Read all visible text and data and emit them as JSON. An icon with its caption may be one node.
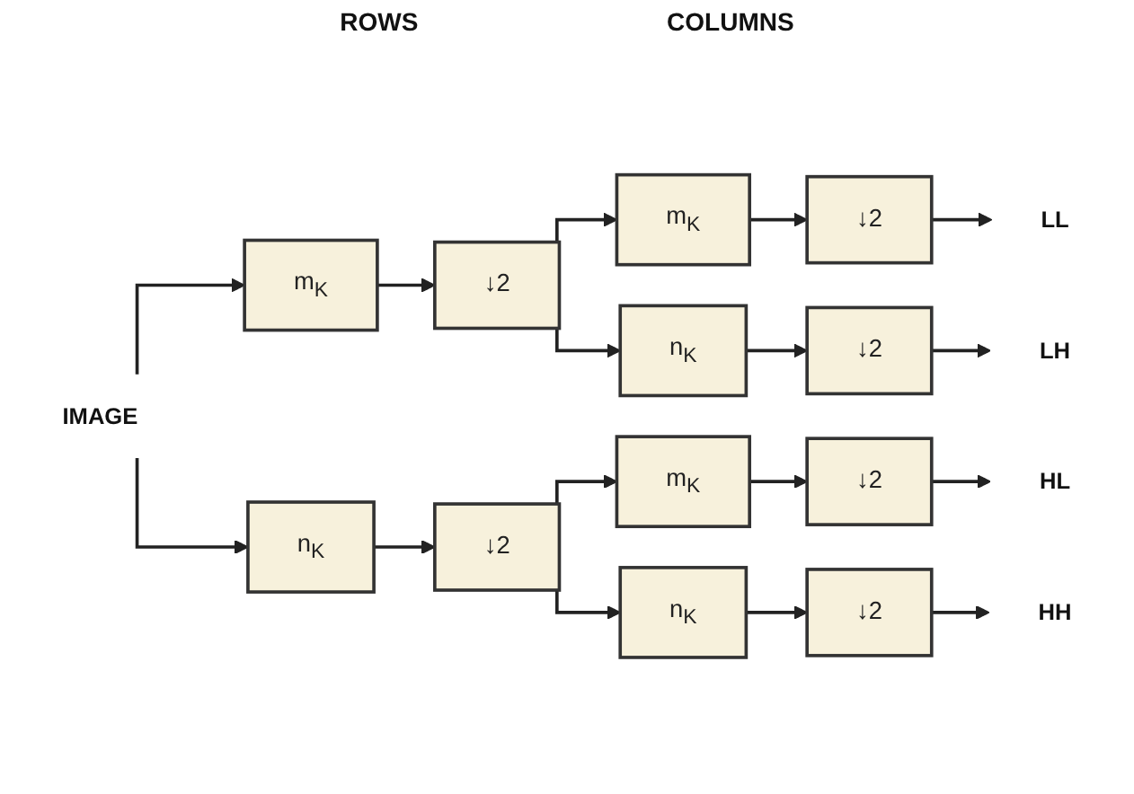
{
  "diagram": {
    "nodes": [
      {
        "text": [
          "IMAGE"
        ]
      },
      {
        "text": [
          "m$_{K}$"
        ]
      },
      {
        "text": [
          "↓2"
        ]
      },
      {
        "text": [
          "n$_{K}$"
        ]
      },
      {
        "text": [
          "↓2"
        ]
      },
      {
        "text": [
          "m$_{K}$"
        ]
      },
      {
        "text": [
          "↓2"
        ]
      },
      {
        "text": [
          "LL"
        ]
      },
      {
        "text": [
          "n$_{K}$"
        ]
      },
      {
        "text": [
          "↓2"
        ]
      },
      {
        "text": [
          "LH"
        ]
      },
      {
        "text": [
          "m$_{K}$"
        ]
      },
      {
        "text": [
          "↓2"
        ]
      },
      {
        "text": [
          "HL"
        ]
      },
      {
        "text": [
          "n$_{K}$"
        ]
      },
      {
        "text": [
          "↓2"
        ]
      },
      {
        "text": [
          "HH"
        ]
      }
    ],
    "edges": [
      {
        "from": 0,
        "to": 1,
        "arrow": "to"
      },
      {
        "from": 0,
        "to": 3,
        "arrow": "to"
      },
      {
        "from": 1,
        "to": 2,
        "arrow": "to"
      },
      {
        "from": 3,
        "to": 4,
        "arrow": "to"
      },
      {
        "from": 2,
        "to": 5,
        "arrow": "to"
      },
      {
        "from": 2,
        "to": 8,
        "arrow": "to"
      },
      {
        "from": 5,
        "to": 6,
        "arrow": "to"
      },
      {
        "from": 8,
        "to": 9,
        "arrow": "to"
      },
      {
        "from": 6,
        "to": 7,
        "arrow": "to"
      },
      {
        "from": 9,
        "to": 10,
        "arrow": "to"
      },
      {
        "from": 4,
        "to": 11,
        "arrow": "to"
      },
      {
        "from": 4,
        "to": 14,
        "arrow": "to"
      },
      {
        "from": 11,
        "to": 12,
        "arrow": "to"
      },
      {
        "from": 14,
        "to": 15,
        "arrow": "to"
      },
      {
        "from": 12,
        "to": 13,
        "arrow": "to"
      },
      {
        "from": 15,
        "to": 16,
        "arrow": "to"
      }
    ],
    "labels": [
      "ROWS",
      "COLUMNS"
    ]
  }
}
